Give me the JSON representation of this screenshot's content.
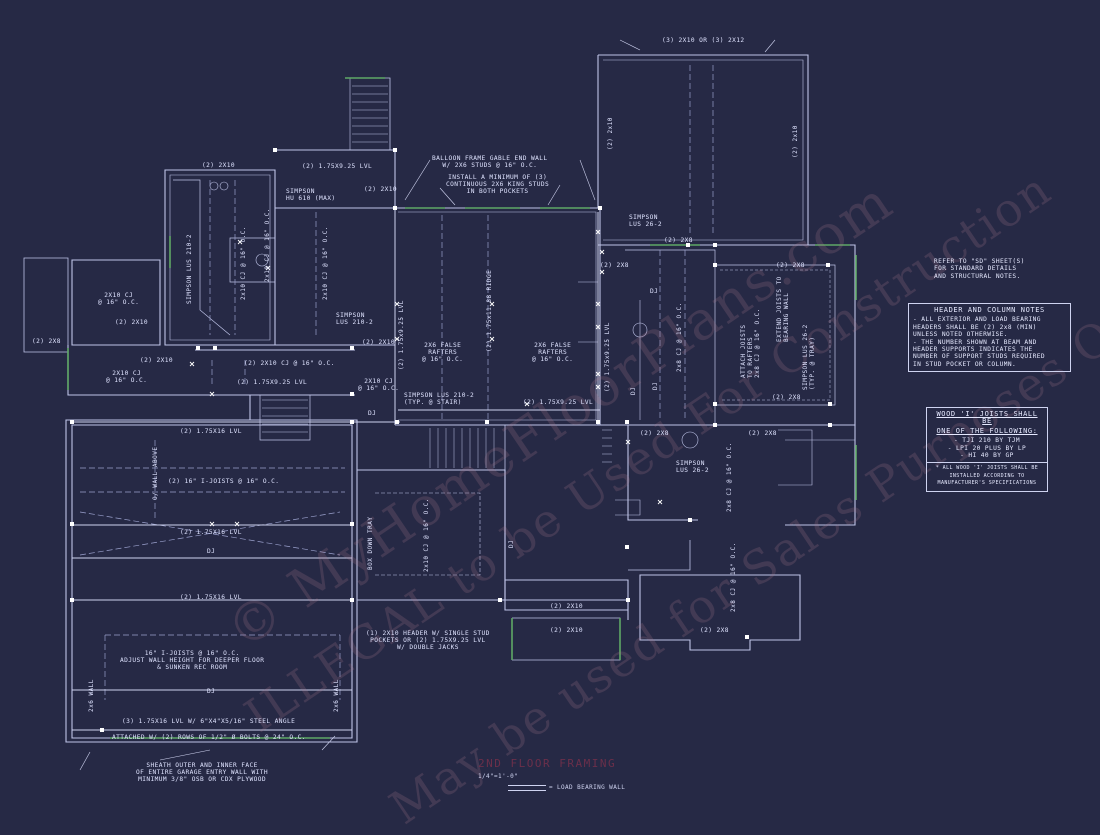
{
  "drawing": {
    "title": "2ND FLOOR FRAMING",
    "scale": "1/4\"=1'-0\"",
    "legend_label": "= LOAD BEARING WALL"
  },
  "watermark": {
    "line1": "© MyHomeFloorPlans.com",
    "line2": "ILLEGAL to be Used For Construction",
    "line3": "May be used for Sales Purposes Only"
  },
  "notes": {
    "refer": [
      "REFER TO \"SD\" SHEET(S)",
      "FOR STANDARD DETAILS",
      "AND STRUCTURAL NOTES."
    ],
    "header_title": "HEADER AND COLUMN NOTES",
    "header_lines": [
      "- ALL EXTERIOR AND LOAD BEARING",
      "HEADERS SHALL BE (2) 2x8 (MIN)",
      "UNLESS NOTED OTHERWISE.",
      "- THE NUMBER SHOWN AT BEAM AND",
      "HEADER SUPPORTS INDICATES THE",
      "NUMBER OF SUPPORT STUDS REQUIRED",
      "IN STUD POCKET OR COLUMN."
    ],
    "wood_title": [
      "WOOD 'I' JOISTS SHALL BE",
      "ONE OF THE FOLLOWING:"
    ],
    "wood_lines": [
      "- TJI 210 BY TJM",
      "- LPI 20 PLUS BY LP",
      "- HI 40 BY GP"
    ],
    "wood_footer": [
      "* ALL WOOD 'I' JOISTS SHALL BE",
      "INSTALLED ACCORDING TO",
      "MANUFACTURER'S SPECIFICATIONS"
    ]
  },
  "labels": {
    "top_header": "(3) 2x10 OR (3) 2x12",
    "balloon": [
      "BALLOON FRAME GABLE END WALL",
      "W/ 2x6 STUDS @ 16\" O.C."
    ],
    "king_studs": [
      "INSTALL A MINIMUM OF (3)",
      "CONTINUOUS 2x6 KING STUDS",
      "IN BOTH POCKETS"
    ],
    "simpson_lus26_top": [
      "SIMPSON",
      "LUS 26-2"
    ],
    "lvl_top": "(2) 1.75x9.25 LVL",
    "hdr_2x10_a": "(2) 2x10",
    "hdr_2x10_b": "(2) 2x10",
    "simpson_hu610": [
      "SIMPSON",
      "HU 610 (MAX)"
    ],
    "hdr_2x8_a": "(2) 2x8",
    "hdr_2x8_b": "(2) 2x8",
    "hdr_2x8_c": "(2) 2x8",
    "hdr_2x8_d": "(2) 2x8",
    "hdr_2x8_e": "(2) 2x8",
    "hdr_2x8_left": "(2) 2x8",
    "cj_2x10_left": [
      "2x10 CJ",
      "@ 16\" O.C."
    ],
    "hdr_2x10_left": "(2) 2x10",
    "simpson_lus210_a": [
      "SIMPSON",
      "LUS 210-2"
    ],
    "simpson_lus210_b": [
      "SIMPSON",
      "LUS 210-2"
    ],
    "hdr_2x10_c": "(2) 2x10",
    "hdr_2x10_d": "(2) 2x10",
    "cj_2x10_mid": [
      "2x10 CJ",
      "@ 16\" O.C."
    ],
    "cj_2x10_row": "(2) 2x10 CJ @ 16\" O.C.",
    "lvl_row": "(2) 1.75x9.25 LVL",
    "cj_small": [
      "2x10 CJ",
      "@ 16\" O.C."
    ],
    "false_rafters_a": [
      "2x6 FALSE",
      "RAFTERS",
      "@ 16\" O.C."
    ],
    "false_rafters_b": [
      "2x6 FALSE",
      "RAFTERS",
      "@ 16\" O.C."
    ],
    "simpson_lus210_stair": [
      "SIMPSON LUS 210-2",
      "(TYP. @ STAIR)"
    ],
    "lvl_stair": "(2) 1.75x9.25 LVL",
    "dj_a": "DJ",
    "dj_b": "DJ",
    "lvl_garage_1": "(2) 1.75x16 LVL",
    "ijoists": "(2) 16\" I-JOISTS @ 16\" O.C.",
    "lvl_garage_2": "(2) 1.75x16 LVL",
    "dj_garage_1": "DJ",
    "lvl_garage_3": "(2) 1.75x16 LVL",
    "dj_garage_2": "DJ",
    "rec_lines": [
      "16\" I-JOISTS @ 16\" O.C.",
      "ADJUST WALL HEIGHT FOR DEEPER FLOOR",
      "& SUNKEN REC ROOM"
    ],
    "steel_angle": "(3) 1.75x16 LVL w/ 6\"x4\"x5/16\" STEEL ANGLE",
    "bolts": "ATTACHED w/ (2) ROWS OF 1/2\" ø BOLTS @ 24\" O.C.",
    "sheath": [
      "SHEATH OUTER AND INNER FACE",
      "OF ENTIRE GARAGE ENTRY WALL WITH",
      "MINIMUM 3/8\" OSB OR CDX PLYWOOD"
    ],
    "wall_above": "O/ WALL ABOVE",
    "box_tray": "BOX DOWN TRAY",
    "cj_tray": "2x10 CJ @ 16\" O.C.",
    "dj_stair": "DJ",
    "hdr_2x10_bot_a": "(2) 2x10",
    "hdr_2x10_bot_b": "(2) 2x10",
    "single_stud": [
      "(1) 2x10 HEADER w/ SINGLE STUD",
      "POCKETS OR (2) 1.75x9.25 LVL",
      "w/ DOUBLE JACKS"
    ],
    "simpson_lus26_mid": [
      "SIMPSON",
      "LUS 26-2"
    ],
    "cj_2x8_a": "2x8 CJ @ 16\" O.C.",
    "cj_2x8_b": "2x8 CJ @ 16\" O.C.",
    "cj_2x8_c": "2x8 CJ @ 16\" O.C.",
    "attach_joists": [
      "ATTACH JOISTS",
      "TO RAFTERS",
      "2x8 CJ @ 16\" O.C."
    ],
    "simpson_lus26_beam": [
      "SIMPSON LUS 26-2",
      "(TYP. @ TRAY)"
    ],
    "extend_joists": [
      "EXTEND JOISTS TO",
      "BEARING WALL"
    ],
    "ridge": "(2) 1.75x11.88 RIDGE",
    "lvl_vert_a": "(2) 1.75x9.25 LVL",
    "lvl_vert_b": "(2) 1.75x9.25 LVL",
    "hdr_2x10_vert_a": "(2) 2x10",
    "hdr_2x10_vert_b": "(2) 2x10",
    "dj_right_a": "DJ",
    "dj_right_b": "DJ",
    "cj_vert_a": "2x10 CJ @ 16\" O.C.",
    "cj_vert_b": "2x10 CJ @ 16\" O.C.",
    "cj_vert_c": "2x10 CJ @ 16\" O.C.",
    "wall_2x6_a": "2x6 WALL",
    "wall_2x6_b": "2x6 WALL",
    "hdr_2x8_right": "(2) 2x8",
    "hdr_2x8_right2": "(2) 2x8"
  }
}
